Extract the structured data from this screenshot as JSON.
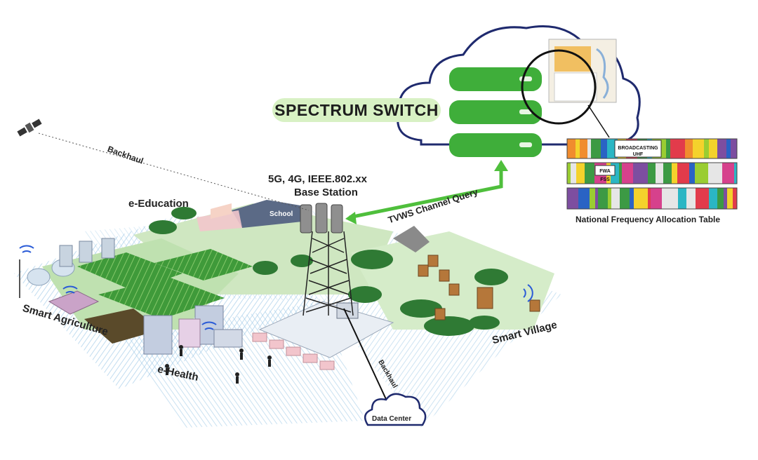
{
  "labels": {
    "spectrum_switch": "SPECTRUM SWITCH",
    "backhaul_top": "Backhaul",
    "backhaul_bottom": "Backhaul",
    "base_station_line1": "5G, 4G, IEEE.802.xx",
    "base_station_line2": "Base Station",
    "tvws_query": "TVWS Channel Query",
    "e_education": "e-Education",
    "school": "School",
    "smart_agriculture": "Smart Agriculture",
    "e_health": "e-Health",
    "smart_village": "Smart Village",
    "data_center": "Data Center",
    "nfat_title": "National Frequency Allocation Table",
    "broadcasting": "BROADCASTING",
    "uhf": "UHF",
    "fwa": "FWA",
    "fss": "FSS"
  },
  "colors": {
    "server_green": "#3fae3a",
    "server_dark": "#2d8a2a",
    "cloud_outline": "#1f2a6e",
    "arrow_green": "#4fbf3c",
    "terrain_green": "#cfe7c1",
    "stripe_blue": "#9ec9e8"
  }
}
